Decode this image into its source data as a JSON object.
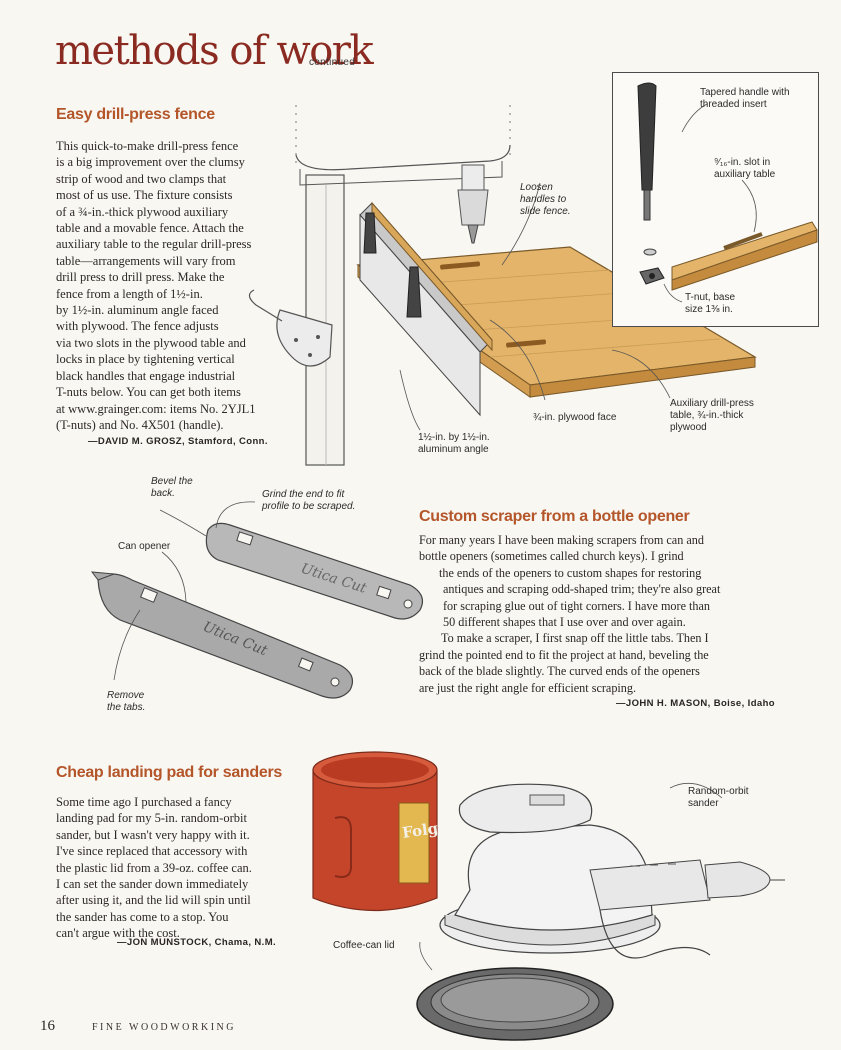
{
  "header": {
    "title": "methods of work",
    "continued": "continued"
  },
  "section1": {
    "title": "Easy drill-press fence",
    "lines": [
      "This quick-to-make drill-press fence",
      "is a big improvement over the clumsy",
      "strip of wood and two clamps that",
      "most of us use. The fixture consists",
      "of a ¾-in.-thick plywood auxiliary",
      "table and a movable fence. Attach the",
      "auxiliary table to the regular drill-press",
      "table—arrangements will vary from",
      "drill press to drill press. Make the",
      "fence from a length of 1½-in.",
      "by 1½-in. aluminum angle faced",
      "with plywood. The fence adjusts",
      "via two slots in the plywood table and",
      "locks in place by tightening vertical",
      "black handles that engage industrial",
      "T-nuts below. You can get both items",
      "at www.grainger.com: items No. 2YJL1",
      "(T-nuts) and No. 4X501 (handle)."
    ],
    "byline": "—DAVID M. GROSZ, Stamford, Conn.",
    "callouts": {
      "loosen": [
        "Loosen",
        "handles to",
        "slide fence."
      ],
      "tapered": [
        "Tapered handle with",
        "threaded insert"
      ],
      "slot": [
        "⁹⁄₁₆-in. slot in",
        "auxiliary table"
      ],
      "tnut": [
        "T-nut, base",
        "size 1⅜ in."
      ],
      "plywood_face": "¾-in. plywood face",
      "angle": [
        "1½-in. by 1½-in.",
        "aluminum angle"
      ],
      "aux_table": [
        "Auxiliary drill-press",
        "table, ¾-in.-thick",
        "plywood"
      ]
    }
  },
  "section2": {
    "title": "Custom scraper from a bottle opener",
    "lines": [
      "For many years I have been making scrapers from can and",
      "bottle openers (sometimes called church keys). I grind",
      "the ends of the openers to custom shapes for restoring",
      "antiques and scraping odd-shaped trim; they're also great",
      "for scraping glue out of tight corners. I have more than",
      "50 different shapes that I use over and over again.",
      "To make a scraper, I first snap off the little tabs. Then I",
      "grind the pointed end to fit the project at hand, beveling the",
      "back of the blade slightly. The curved ends of the openers",
      "are just the right angle for efficient scraping."
    ],
    "byline": "—JOHN H. MASON, Boise, Idaho",
    "callouts": {
      "bevel": [
        "Bevel the",
        "back."
      ],
      "grind": [
        "Grind the end to fit",
        "profile to be scraped."
      ],
      "can_opener": "Can opener",
      "remove": [
        "Remove",
        "the tabs."
      ]
    },
    "opener_brand": "Utica Cut"
  },
  "section3": {
    "title": "Cheap landing pad for sanders",
    "lines": [
      "Some time ago I purchased a fancy",
      "landing pad for my 5-in. random-orbit",
      "sander, but I wasn't very happy with it.",
      "I've since replaced that accessory with",
      "the plastic lid from a 39-oz. coffee can.",
      "I can set the sander down immediately",
      "after using it, and the lid will spin until",
      "the sander has come to a stop. You",
      "can't argue with the cost."
    ],
    "byline": "—JON MUNSTOCK, Chama, N.M.",
    "callouts": {
      "sander": [
        "Random-orbit",
        "sander"
      ],
      "lid": "Coffee-can lid"
    },
    "can_label": "Folg"
  },
  "footer": {
    "page_number": "16",
    "magazine": "FINE WOODWORKING"
  },
  "colors": {
    "title_red": "#8a2a21",
    "heading_orange": "#b4562a",
    "wood": "#e3b46a",
    "wood_dark": "#c48a3e",
    "can_red": "#c4452a"
  }
}
